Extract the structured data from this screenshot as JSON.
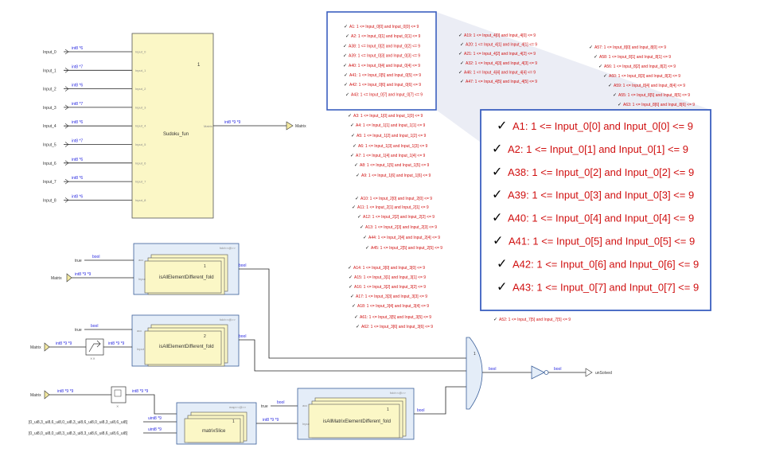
{
  "inputs": [
    {
      "label": "Input_0",
      "type": "int8 *6"
    },
    {
      "label": "Input_1",
      "type": "int8 *7"
    },
    {
      "label": "Input_2",
      "type": "int8 *6"
    },
    {
      "label": "Input_3",
      "type": "int8 *7"
    },
    {
      "label": "Input_4",
      "type": "int8 *6"
    },
    {
      "label": "Input_5",
      "type": "int8 *7"
    },
    {
      "label": "Input_6",
      "type": "int8 *6"
    },
    {
      "label": "Input_7",
      "type": "int8 *6"
    },
    {
      "label": "Input_8",
      "type": "int8 *6"
    }
  ],
  "sudoku_block": {
    "label": "Sudoku_fun",
    "number": "1",
    "out_port": "Matrix",
    "out_type": "int8 *9 *9",
    "out_label": "Matrix"
  },
  "fold1": {
    "header": "fold<<@>>",
    "inner": "isAllElementDifferent_fold",
    "number": "1",
    "const": "true",
    "const_type": "bool",
    "matrix_label": "Matrix",
    "matrix_type": "int8 *9 *9",
    "out_type": "bool"
  },
  "fold2": {
    "header": "fold<<@>>",
    "inner": "isAllElementDifferent_fold",
    "number": "2",
    "const": "true",
    "const_type": "bool",
    "matrix_label": "Matrix",
    "matrix_type": "int8 *9 *9",
    "out_type": "bool"
  },
  "map_block": {
    "header": "map<<@>>",
    "inner": "matrixSlice",
    "number": "1",
    "matrix_label": "Matrix",
    "matrix_type": "int8 *9 *9",
    "row1": "[0_ui8,3_ui8,6_ui8,0_ui8,3_ui8,6_ui8,0_ui8,3_ui8,6_ui8]",
    "row1_type": "uint8 *9",
    "row2": "[0_ui8,0_ui8,0_ui8,3_ui8,3_ui8,3_ui8,6_ui8,6_ui8,6_ui8]",
    "row2_type": "uint8 *9",
    "out_type": "int8 *9 *9"
  },
  "fold3": {
    "header": "fold<<@>>",
    "inner": "isAllMatrixElementDifferent_fold",
    "number": "1",
    "const": "true",
    "const_type": "bool",
    "out_type": "bool"
  },
  "and_gate": {
    "label": "1",
    "out_type": "bool"
  },
  "not_gate": {
    "out_type": "bool",
    "out_label": "unSolved"
  },
  "requirements_zoom": [
    "A1: 1 <= Input_0[0] and Input_0[0] <= 9",
    "A2: 1 <= Input_0[1] and Input_0[1] <= 9",
    "A38: 1 <= Input_0[2] and Input_0[2] <= 9",
    "A39: 1 <= Input_0[3] and Input_0[3] <= 9",
    "A40: 1 <= Input_0[4] and Input_0[4] <= 9",
    "A41: 1 <= Input_0[5] and Input_0[5] <= 9",
    "A42: 1 <= Input_0[6] and Input_0[6] <= 9",
    "A43: 1 <= Input_0[7] and Input_0[7] <= 9"
  ],
  "requirements_bg": {
    "col1": [
      "A3: 1 <= Input_1[0] and Input_1[0] <= 9",
      "A4: 1 <= Input_1[1] and Input_1[1] <= 9",
      "A5: 1 <= Input_1[2] and Input_1[2] <= 9",
      "A6: 1 <= Input_1[3] and Input_1[3] <= 9",
      "A7: 1 <= Input_1[4] and Input_1[4] <= 9",
      "A8: 1 <= Input_1[5] and Input_1[5] <= 9",
      "A9: 1 <= Input_1[6] and Input_1[6] <= 9",
      "A10: 1 <= Input_2[0] and Input_2[0] <= 9",
      "A11: 1 <= Input_2[1] and Input_2[1] <= 9",
      "A12: 1 <= Input_2[2] and Input_2[2] <= 9",
      "A13: 1 <= Input_2[3] and Input_2[3] <= 9",
      "A44: 1 <= Input_2[4] and Input_2[4] <= 9",
      "A45: 1 <= Input_2[5] and Input_2[5] <= 9",
      "A14: 1 <= Input_3[0] and Input_3[0] <= 9",
      "A15: 1 <= Input_3[1] and Input_3[1] <= 9",
      "A16: 1 <= Input_3[2] and Input_3[2] <= 9",
      "A17: 1 <= Input_3[3] and Input_3[3] <= 9",
      "A18: 1 <= Input_3[4] and Input_3[4] <= 9",
      "A61: 1 <= Input_3[5] and Input_3[5] <= 9",
      "A62: 1 <= Input_3[6] and Input_3[6] <= 9"
    ],
    "col2": [
      "A19: 1 <= Input_4[0] and Input_4[0] <= 9",
      "A20: 1 <= Input_4[1] and Input_4[1] <= 9",
      "A21: 1 <= Input_4[2] and Input_4[2] <= 9",
      "A32: 1 <= Input_4[3] and Input_4[3] <= 9",
      "A46: 1 <= Input_4[4] and Input_4[4] <= 9",
      "A47: 1 <= Input_4[5] and Input_4[5] <= 9"
    ],
    "col3": [
      "A57: 1 <= Input_8[0] and Input_8[0] <= 9",
      "A58: 1 <= Input_8[1] and Input_8[1] <= 9",
      "A56: 1 <= Input_8[2] and Input_8[2] <= 9",
      "A60: 1 <= Input_8[3] and Input_8[3] <= 9",
      "A59: 1 <= Input_8[4] and Input_8[4] <= 9",
      "A55: 1 <= Input_8[5] and Input_8[5] <= 9",
      "A63: 1 <= Input_8[6] and Input_8[6] <= 9"
    ],
    "bottom": "A52: 1 <= Input_7[5] and Input_7[5] <= 9"
  },
  "colors": {
    "block_fill": "#fbf7c6",
    "fold_fill": "#e4edf8",
    "highlight": "#3b5fc0",
    "req_text": "#d01010",
    "wire_type": "#2a2ae0"
  }
}
